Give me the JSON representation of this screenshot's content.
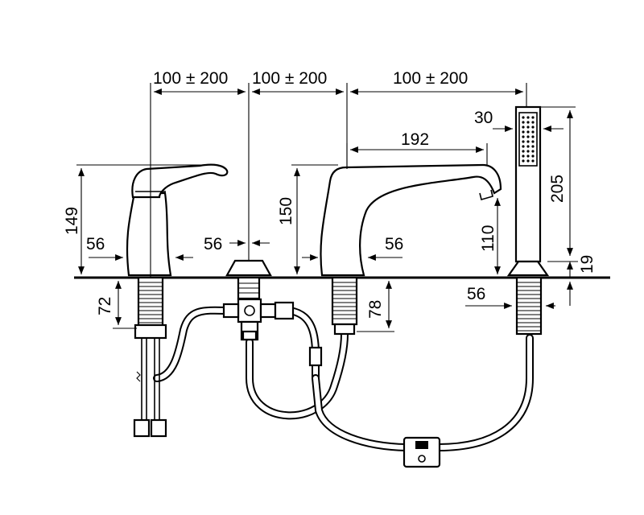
{
  "dimensions": {
    "spacing_1": "100 ± 200",
    "spacing_2": "100 ± 200",
    "spacing_3": "100 ± 200",
    "spout_reach": "192",
    "hand_shower_width": "30",
    "hand_shower_height": "205",
    "mixer_height": "149",
    "spout_height": "150",
    "spout_outlet_height": "110",
    "holder_height": "19",
    "mixer_hole": "56",
    "diverter_hole": "56",
    "spout_hole": "56",
    "shower_hole": "56",
    "mixer_shank": "72",
    "spout_shank": "78"
  }
}
